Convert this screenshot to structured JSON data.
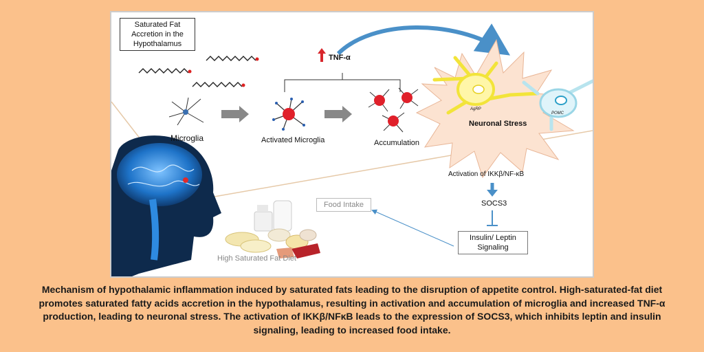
{
  "diagram": {
    "title_box": "Saturated Fat Accretion in the Hypothalamus",
    "tnf_label": "TNF-α",
    "microglia_label": "Microglia",
    "activated_label": "Activated Microglia",
    "accumulation_label": "Accumulation",
    "neuronal_stress_label": "Neuronal Stress",
    "agrp_label": "AgRP",
    "pomc_label": "POMC",
    "ikk_label": "Activation of IKKβ/NF-κB",
    "socs3_label": "SOCS3",
    "insulin_box": "Insulin/ Leptin Signaling",
    "food_intake_box": "Food Intake",
    "diet_label": "High Saturated Fat Diet"
  },
  "caption": "Mechanism of hypothalamic inflammation induced by saturated fats leading to the disruption of appetite control. High-saturated-fat diet promotes saturated fatty acids accretion in the hypothalamus, resulting in activation and accumulation of microglia and increased TNF-α production, leading to neuronal stress. The activation of IKKβ/NFκB leads to the expression of SOCS3, which inhibits leptin and insulin signaling, leading to increased food intake.",
  "colors": {
    "background": "#FBC18B",
    "arrow_blue": "#4A90C8",
    "microglia_red": "#E0202A",
    "brain_blue": "#1E73C8"
  }
}
